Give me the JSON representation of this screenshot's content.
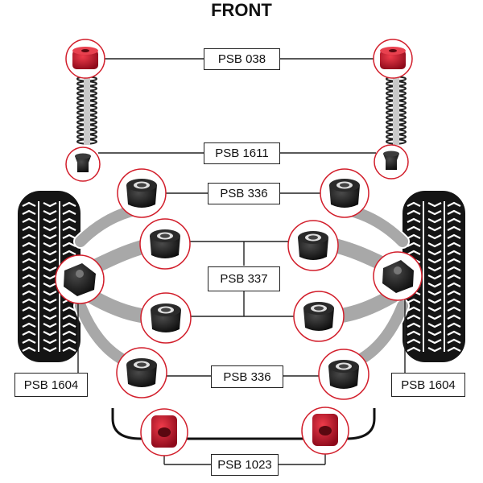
{
  "title": "FRONT",
  "colors": {
    "ring": "#d21e2b",
    "red_bush": "#c8102e",
    "black_bush": "#161616",
    "arm": "#a8a8a8",
    "arm_edge": "#ffffff",
    "tyre": "#141414",
    "line": "#222222"
  },
  "labels": {
    "psb_038": "PSB 038",
    "psb_1611": "PSB 1611",
    "psb_336_top": "PSB 336",
    "psb_337": "PSB 337",
    "psb_336_bottom": "PSB 336",
    "psb_1604_left": "PSB 1604",
    "psb_1604_right": "PSB 1604",
    "psb_1023": "PSB 1023"
  },
  "icons": {
    "red_top_mount": "red-bush-icon",
    "small_bush": "small-black-bush-icon",
    "round_bush": "round-black-bush-icon",
    "hub_bush": "hub-bush-icon",
    "anti_roll_bush": "red-d-bush-icon",
    "spring": "spring-icon",
    "tyre": "tyre-icon"
  }
}
